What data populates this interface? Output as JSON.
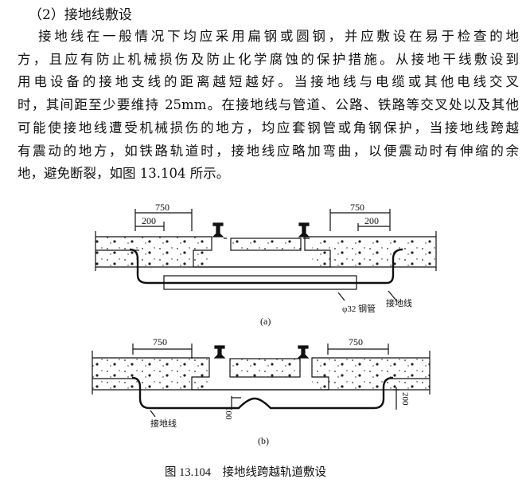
{
  "section_heading": "（2）接地线敷设",
  "paragraph_lines": [
    "接地线在一般情况下均应采用扁钢或圆钢，并应敷设在易于检查的地",
    "方，且应有防止机械损伤及防止化学腐蚀的保护措施。从接地干线敷设到",
    "用电设备的接地支线的距离越短越好。当接地线与电缆或其他电线交叉",
    "时，其间距至少要维持 25mm。在接地线与管道、公路、铁路等交叉处以及其他",
    "可能使接地线遭受机械损伤的地方，均应套钢管或角钢保护，当接地线跨越",
    "有震动的地方，如铁路轨道时，接地线应略加弯曲，以便震动时有伸缩的余",
    "地，避免断裂，如图 13.104 所示。"
  ],
  "figure": {
    "a": {
      "dim_left_outer": "750",
      "dim_left_inner": "200",
      "dim_right_outer": "750",
      "dim_right_inner": "200",
      "label_wire": "接地线",
      "label_pipe": "φ32 钢管",
      "sub_caption": "(a)"
    },
    "b": {
      "dim_left": "750",
      "dim_right": "750",
      "dim_dip": "100",
      "dim_depth": "200",
      "label_wire": "接地线",
      "sub_caption": "(b)"
    },
    "caption": "图 13.104　接地线跨越轨道敷设"
  }
}
